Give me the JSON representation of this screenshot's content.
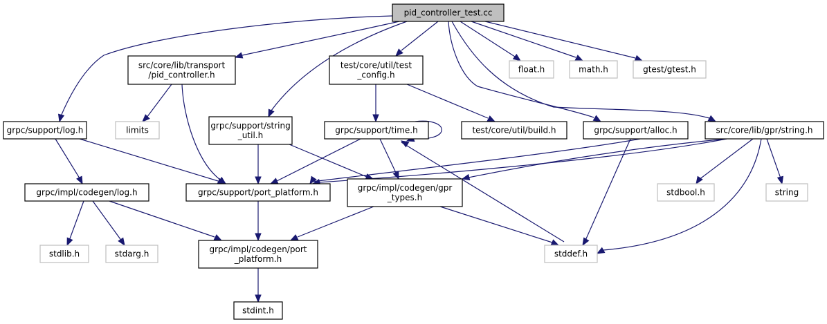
{
  "diagram": {
    "title": "pid_controller_test.cc",
    "colors": {
      "edge": "#191970",
      "root_fill": "#bfbfbf",
      "root_stroke": "#000000",
      "documented_stroke": "#000000",
      "external_stroke": "#bfbfbf",
      "node_fill": "#ffffff"
    },
    "nodes": [
      {
        "id": "root",
        "lines": [
          "pid_controller_test.cc"
        ],
        "kind": "root"
      },
      {
        "id": "pid_controller",
        "lines": [
          "src/core/lib/transport",
          "/pid_controller.h"
        ],
        "kind": "documented"
      },
      {
        "id": "test_config",
        "lines": [
          "test/core/util/test",
          "_config.h"
        ],
        "kind": "documented"
      },
      {
        "id": "float",
        "lines": [
          "float.h"
        ],
        "kind": "external"
      },
      {
        "id": "math",
        "lines": [
          "math.h"
        ],
        "kind": "external"
      },
      {
        "id": "gtest",
        "lines": [
          "gtest/gtest.h"
        ],
        "kind": "external"
      },
      {
        "id": "log",
        "lines": [
          "grpc/support/log.h"
        ],
        "kind": "documented"
      },
      {
        "id": "limits",
        "lines": [
          "limits"
        ],
        "kind": "external"
      },
      {
        "id": "string_util",
        "lines": [
          "grpc/support/string",
          "_util.h"
        ],
        "kind": "documented"
      },
      {
        "id": "time",
        "lines": [
          "grpc/support/time.h"
        ],
        "kind": "documented"
      },
      {
        "id": "build",
        "lines": [
          "test/core/util/build.h"
        ],
        "kind": "documented"
      },
      {
        "id": "alloc",
        "lines": [
          "grpc/support/alloc.h"
        ],
        "kind": "documented"
      },
      {
        "id": "gpr_string",
        "lines": [
          "src/core/lib/gpr/string.h"
        ],
        "kind": "documented"
      },
      {
        "id": "codegen_log",
        "lines": [
          "grpc/impl/codegen/log.h"
        ],
        "kind": "documented"
      },
      {
        "id": "port_platform",
        "lines": [
          "grpc/support/port_platform.h"
        ],
        "kind": "documented"
      },
      {
        "id": "gpr_types",
        "lines": [
          "grpc/impl/codegen/gpr",
          "_types.h"
        ],
        "kind": "documented"
      },
      {
        "id": "stdbool",
        "lines": [
          "stdbool.h"
        ],
        "kind": "external"
      },
      {
        "id": "string",
        "lines": [
          "string"
        ],
        "kind": "external"
      },
      {
        "id": "stdlib",
        "lines": [
          "stdlib.h"
        ],
        "kind": "external"
      },
      {
        "id": "stdarg",
        "lines": [
          "stdarg.h"
        ],
        "kind": "external"
      },
      {
        "id": "codegen_port_platform",
        "lines": [
          "grpc/impl/codegen/port",
          "_platform.h"
        ],
        "kind": "documented"
      },
      {
        "id": "stddef",
        "lines": [
          "stddef.h"
        ],
        "kind": "external"
      },
      {
        "id": "stdint",
        "lines": [
          "stdint.h"
        ],
        "kind": "documented"
      }
    ],
    "edges": [
      {
        "from": "root",
        "to": "log"
      },
      {
        "from": "root",
        "to": "pid_controller"
      },
      {
        "from": "root",
        "to": "string_util"
      },
      {
        "from": "root",
        "to": "test_config"
      },
      {
        "from": "root",
        "to": "float"
      },
      {
        "from": "root",
        "to": "math"
      },
      {
        "from": "root",
        "to": "gtest"
      },
      {
        "from": "root",
        "to": "alloc"
      },
      {
        "from": "root",
        "to": "gpr_string"
      },
      {
        "from": "pid_controller",
        "to": "limits"
      },
      {
        "from": "pid_controller",
        "to": "port_platform"
      },
      {
        "from": "test_config",
        "to": "time"
      },
      {
        "from": "test_config",
        "to": "build"
      },
      {
        "from": "log",
        "to": "codegen_log"
      },
      {
        "from": "log",
        "to": "port_platform"
      },
      {
        "from": "string_util",
        "to": "port_platform"
      },
      {
        "from": "string_util",
        "to": "gpr_types"
      },
      {
        "from": "time",
        "to": "time"
      },
      {
        "from": "time",
        "to": "port_platform"
      },
      {
        "from": "time",
        "to": "gpr_types"
      },
      {
        "from": "time",
        "to": "stddef"
      },
      {
        "from": "alloc",
        "to": "port_platform"
      },
      {
        "from": "alloc",
        "to": "stddef"
      },
      {
        "from": "gpr_string",
        "to": "port_platform"
      },
      {
        "from": "gpr_string",
        "to": "gpr_types"
      },
      {
        "from": "gpr_string",
        "to": "stdbool"
      },
      {
        "from": "gpr_string",
        "to": "string"
      },
      {
        "from": "gpr_string",
        "to": "stddef"
      },
      {
        "from": "codegen_log",
        "to": "stdlib"
      },
      {
        "from": "codegen_log",
        "to": "stdarg"
      },
      {
        "from": "codegen_log",
        "to": "codegen_port_platform"
      },
      {
        "from": "port_platform",
        "to": "codegen_port_platform"
      },
      {
        "from": "gpr_types",
        "to": "codegen_port_platform"
      },
      {
        "from": "gpr_types",
        "to": "stddef"
      },
      {
        "from": "codegen_port_platform",
        "to": "stdint"
      }
    ]
  }
}
